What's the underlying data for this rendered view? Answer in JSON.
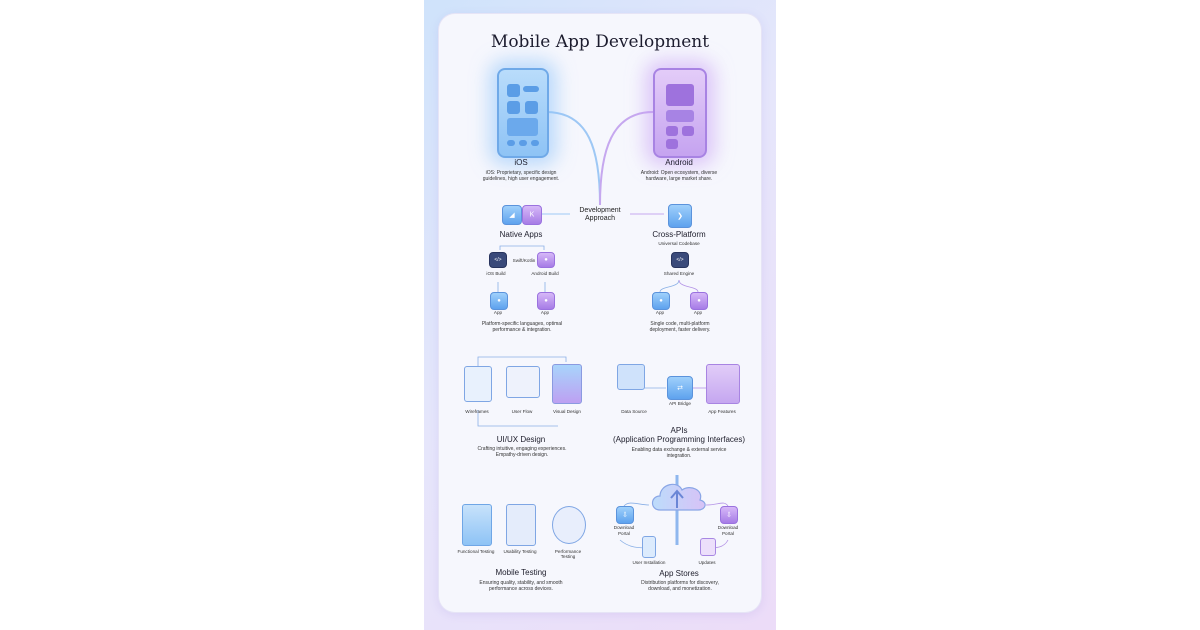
{
  "title": "Mobile App Development",
  "ios": {
    "title": "iOS",
    "description": "iOS: Proprietary, specific design guidelines, high user engagement."
  },
  "android": {
    "title": "Android",
    "description": "Android: Open ecosystem, diverse hardware, large market share."
  },
  "approach": "Development Approach",
  "native": {
    "title": "Native Apps",
    "lang": "Swift/Kotlin",
    "ios_build": "iOS Build",
    "android_build": "Android Build",
    "app1": "App",
    "app2": "App",
    "description": "Platform-specific languages, optimal performance & integration."
  },
  "cross": {
    "title": "Cross-Platform",
    "subtitle": "Universal Codebase",
    "engine": "Shared Engine",
    "app1": "App",
    "app2": "App",
    "description": "Single code, multi-platform deployment, faster delivery."
  },
  "uiux": {
    "wireframes": "Wireframes",
    "userflow": "User Flow",
    "visual": "Visual Design",
    "title": "UI/UX Design",
    "description": "Crafting intuitive, engaging experiences. Empathy-driven design."
  },
  "apis": {
    "datasource": "Data Source",
    "bridge": "API Bridge",
    "features": "App Features",
    "title": "APIs",
    "subtitle": "(Application Programming Interfaces)",
    "description": "Enabling data exchange & external service integration."
  },
  "testing": {
    "functional": "Functional Testing",
    "usability": "Usability Testing",
    "performance": "Performance Testing",
    "title": "Mobile Testing",
    "description": "Ensuring quality, stability, and smooth performance across devices."
  },
  "stores": {
    "portal_left": "Download Portal",
    "portal_right": "Download Portal",
    "installation": "User Installation",
    "updates": "Updates",
    "title": "App Stores",
    "description": "Distribution platforms for discovery, download, and monetization."
  }
}
